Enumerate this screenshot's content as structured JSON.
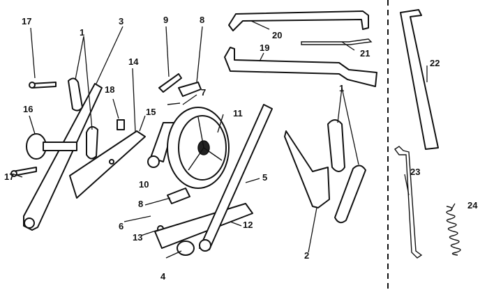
{
  "labels": {
    "p1a": "1",
    "p1b": "1",
    "p2": "2",
    "p3": "3",
    "p4": "4",
    "p5": "5",
    "p6": "6",
    "p7": "7",
    "p8a": "8",
    "p8b": "8",
    "p9": "9",
    "p10": "10",
    "p11": "11",
    "p12": "12",
    "p13": "13",
    "p14": "14",
    "p15": "15",
    "p16": "16",
    "p17a": "17",
    "p17b": "17",
    "p18": "18",
    "p19": "19",
    "p20": "20",
    "p21": "21",
    "p22": "22",
    "p23": "23",
    "p24": "24"
  }
}
